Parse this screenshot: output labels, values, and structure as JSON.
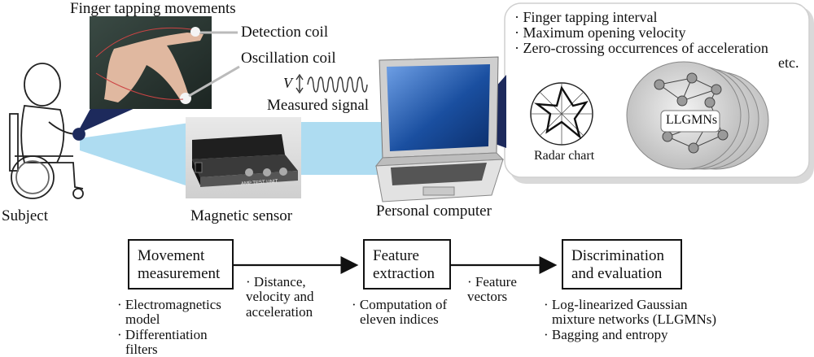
{
  "top_labels": {
    "finger_tapping_movements": "Finger tapping movements",
    "detection_coil": "Detection coil",
    "oscillation_coil": "Oscillation coil",
    "signal_symbol": "V",
    "measured_signal": "Measured signal",
    "subject": "Subject",
    "magnetic_sensor": "Magnetic sensor",
    "personal_computer": "Personal computer",
    "sensor_panel_text": "AMP TEST UNIT"
  },
  "feature_panel": {
    "items": [
      "· Finger tapping interval",
      "· Maximum opening velocity",
      "· Zero-crossing occurrences of acceleration"
    ],
    "etc": "etc.",
    "radar_chart_label": "Radar chart",
    "llgmns_label": "LLGMNs"
  },
  "flow": {
    "box1": [
      "Movement",
      "measurement"
    ],
    "box2": [
      "Feature",
      "extraction"
    ],
    "box3": [
      "Discrimination",
      "and evaluation"
    ],
    "arrow1_label": [
      "· Distance,",
      "velocity and",
      "acceleration"
    ],
    "arrow2_label": [
      "· Feature",
      "vectors"
    ],
    "notes1": [
      "· Electromagnetics",
      "model",
      "· Differentiation",
      "filters"
    ],
    "notes2": [
      "· Computation of",
      "eleven indices"
    ],
    "notes3": [
      "· Log-linearized Gaussian",
      "mixture networks (LLGMNs)",
      "· Bagging and entropy"
    ]
  },
  "colors": {
    "beam": "#aedcf1",
    "panel_bg": "#ffffff",
    "panel_border": "#d8d8d8",
    "laptop_screen": "#1a4fa0",
    "screen_highlight": "#5b8fd8",
    "callout": "#1d2a5c",
    "llgmn_node": "#9a9a9a",
    "sensor_body": "#2a2a2a"
  }
}
